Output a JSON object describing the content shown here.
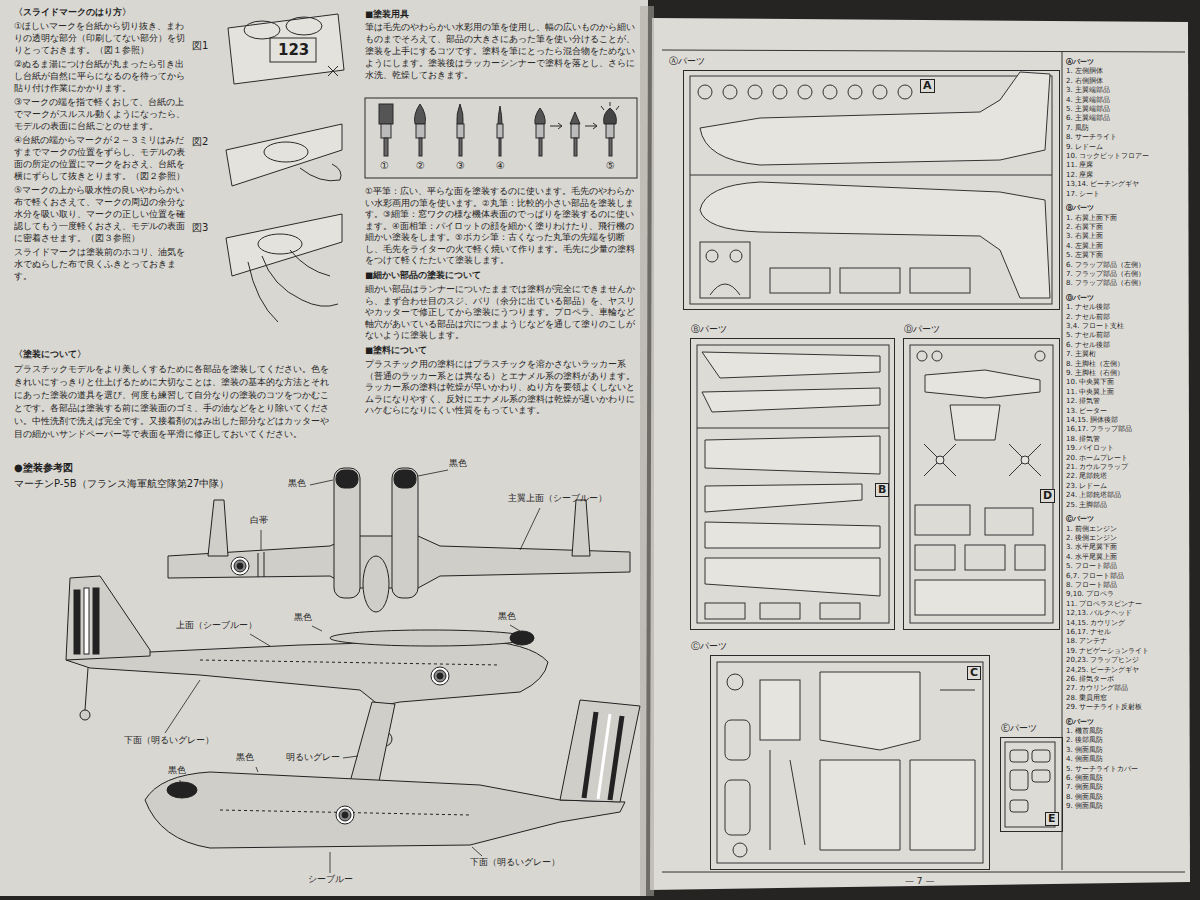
{
  "diagram": {
    "nodes": [
      {
        "text": [
          "Ⓐパーツ",
          "A"
        ]
      },
      {
        "text": [
          "Ⓑパーツ",
          "B"
        ]
      },
      {
        "text": [
          "Ⓓパーツ",
          "D"
        ]
      },
      {
        "text": [
          "Ⓒパーツ",
          "C"
        ]
      },
      {
        "text": [
          "Ⓔパーツ",
          "E"
        ]
      }
    ],
    "labels": [
      "〈スライドマークのはり方〉",
      "①ほしいマークを台紙から切り抜き、まわりの透明な部分（印刷してない部分）を切りとっておきます。（図１参照）",
      "②ぬるま湯につけ台紙が丸まったら引き出し台紙が自然に平らになるのを待ってから貼り付け作業にかかります。",
      "③マークの端を指で軽くおして、台紙の上でマークがスルスル動くようになったら、モデルの表面に台紙ごとのせます。",
      "④台紙の端からマークが２～３ミリはみだすまでマークの位置をずらし、モデルの表面の所定の位置にマークをおさえ、台紙を横にずらして抜きとります。（図２参照）",
      "⑤マークの上から吸水性の良いやわらかい布で軽くおさえて、マークの周辺の余分な水分を吸い取り、マークの正しい位置を確認してもう一度軽くおさえ、モデルの表面に密着させます。（図３参照）",
      "スライドマークは塗装前のホコリ、油気を水でぬらした布で良くふきとっておきます。",
      "図1",
      "図2",
      "図3",
      "123",
      "〈塗装について〉",
      "プラスチックモデルをより美しくするために各部品を塗装してください。色をきれいにすっきりと仕上げるために大切なことは、塗装の基本的な方法とそれにあった塗装の道具を選び、何度も練習して自分なりの塗装のコツをつかむことです。各部品は塗装する前に塗装面のゴミ、手の油などをとり除いてください。中性洗剤で洗えば完全です。又接着剤のはみ出した部分などはカッターや目の細かいサンドペーパー等で表面を平滑に修正しておいてください。",
      "■塗装用具",
      "筆は毛先のやわらかい水彩用の筆を使用し、幅の広いものから細いものまでそろえて、部品の大きさにあった筆を使い分けることが、塗装を上手にするコツです。塗料を筆にとったら混合物をためないようにします。塗装後はラッカーシンナーで塗料を落とし、さらに水洗、乾燥しておきます。",
      "①",
      "②",
      "③",
      "④",
      "⑤",
      "①平筆：広い、平らな面を塗装するのに使います。毛先のやわらかい水彩画用の筆を使います。②丸筆：比較的小さい部品を塗装します。③細筆：窓ワクの様な機体表面のでっぱりを塗装するのに使います。④面相筆：パイロットの顔を細かく塗りわけたり、飛行機の細かい塗装をします。⑤ボカシ筆：古くなった丸筆の先端を切断し、毛先をライターの火で軽く焼いて作ります。毛先に少量の塗料をつけて軽くたたいて塗装します。",
      "■細かい部品の塗装について",
      "細かい部品はランナーについたままでは塗料が完全にできませんから、まず合わせ目のスジ、バリ（余分に出ている部品）を、ヤスリやカッターで修正してから塗装にうつります。プロペラ、車輪など軸穴があいている部品は穴につまようじなどを通して塗りのこしがないように塗装します。",
      "■塗料について",
      "プラスチック用の塗料にはプラスチックを溶かさないラッカー系（普通のラッカー系とは異なる）とエナメル系の塗料があります。ラッカー系の塗料は乾燥が早いかわり、ぬり方を要領よくしないとムラになりやすく、反対にエナメル系の塗料は乾燥が遅いかわりにハケむらになりにくい性質をもっています。",
      "●塗装参考図",
      "マーチンP-5B（フランス海軍航空隊第27中隊）",
      "黒色",
      "黒色",
      "白帯",
      "主翼上面（シーブルー）",
      "上面（シーブルー）",
      "黒色",
      "黒色",
      "下面（明るいグレー）",
      "黒色",
      "明るいグレー",
      "黒色",
      "シーブルー",
      "下面（明るいグレー）",
      "Ⓐパーツ",
      "1. 左側胴体",
      "2. 右側胴体",
      "3. 主翼端部品",
      "4. 主翼端部品",
      "5. 主翼端部品",
      "6. 主翼端部品",
      "7. 風防",
      "8. サーチライト",
      "9. レドーム",
      "10. コックピットフロアー",
      "11. 座席",
      "12. 座席",
      "13,14. ビーチングギヤ",
      "17. シート",
      "Ⓑパーツ",
      "1. 右翼上面下面",
      "2. 右翼下面",
      "3. 右翼上面",
      "4. 左翼上面",
      "5. 左翼下面",
      "6. フラップ部品（左側）",
      "7. フラップ部品（右側）",
      "8. フラップ部品（右側）",
      "Ⓓパーツ",
      "1. ナセル後部",
      "2. ナセル前部",
      "3,4. フロート支柱",
      "5. ナセル前部",
      "6. ナセル後部",
      "7. 主翼桁",
      "8. 主脚柱（左側）",
      "9. 主脚柱（右側）",
      "10. 中央翼下面",
      "11. 中央翼上面",
      "12. 排気管",
      "13. ビーター",
      "14,15. 胴体後部",
      "16,17. フラップ部品",
      "18. 排気管",
      "19. パイロット",
      "20. ホームプレート",
      "21. カウルフラップ",
      "22. 尾部銃塔",
      "23. レドーム",
      "24. 上部銃塔部品",
      "25. 主脚部品",
      "Ⓒパーツ",
      "1. 前側エンジン",
      "2. 後側エンジン",
      "3. 水平尾翼下面",
      "4. 水平尾翼上面",
      "5. フロート部品",
      "6,7. フロート部品",
      "8. フロート部品",
      "9,10. プロペラ",
      "11. プロペラスピンナー",
      "12,13. バルクヘッド",
      "14,15. カウリング",
      "16,17. ナセル",
      "18. アンテナ",
      "19. ナビゲーションライト",
      "20,23. フラップヒンジ",
      "24,25. ビーチングギヤ",
      "26. 排気ターボ",
      "27. カウリング部品",
      "28. 乗員用窓",
      "29. サーチライト反射板",
      "Ⓔパーツ",
      "1. 機首風防",
      "2. 後部風防",
      "3. 側面風防",
      "4. 側面風防",
      "5. サーチライトカバー",
      "6. 側面風防",
      "7. 側面風防",
      "8. 側面風防",
      "9. 側面風防",
      "— 7 —"
    ]
  }
}
